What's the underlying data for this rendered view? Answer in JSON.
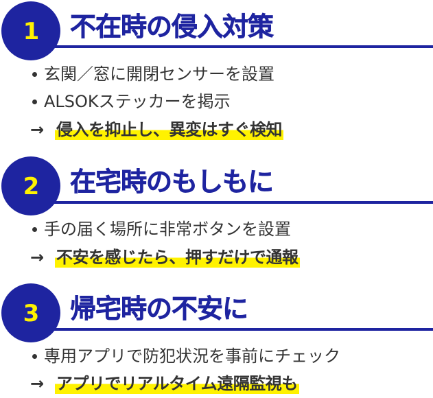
{
  "colors": {
    "primary": "#1e24a0",
    "badge_number": "#fff200",
    "highlight": "#fff200",
    "body_text": "#333333",
    "background": "#ffffff"
  },
  "sections": [
    {
      "number": "1",
      "title": "不在時の侵入対策",
      "bullets": [
        "玄関／窓に開閉センサーを設置",
        "ALSOKステッカーを掲示"
      ],
      "arrow": "→",
      "result": "侵入を抑止し、異変はすぐ検知"
    },
    {
      "number": "2",
      "title": "在宅時のもしもに",
      "bullets": [
        "手の届く場所に非常ボタンを設置"
      ],
      "arrow": "→",
      "result": "不安を感じたら、押すだけで通報"
    },
    {
      "number": "3",
      "title": "帰宅時の不安に",
      "bullets": [
        "専用アプリで防犯状況を事前にチェック"
      ],
      "arrow": "→",
      "result": "アプリでリアルタイム遠隔監視も"
    }
  ]
}
